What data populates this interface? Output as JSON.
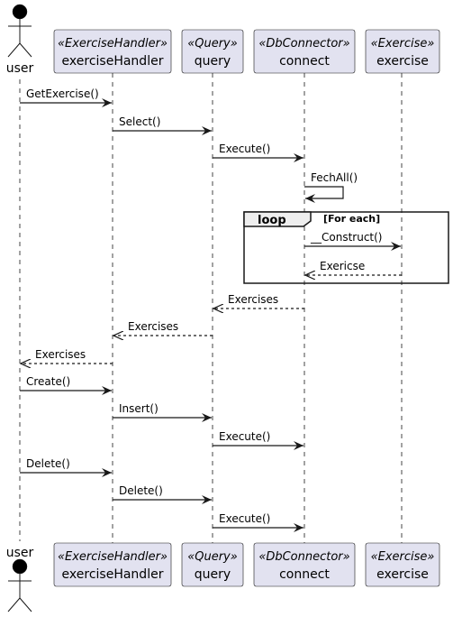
{
  "colors": {
    "participant_fill": "#E2E2F0",
    "participant_border": "#181818",
    "lifeline": "#181818",
    "arrow": "#181818",
    "loop_header_fill": "#EEEEEE",
    "background": "#FFFFFF"
  },
  "actor": {
    "label": "user",
    "icon": "stick-figure-icon"
  },
  "participants": [
    {
      "id": "exerciseHandler",
      "stereotype": "«ExerciseHandler»",
      "name": "exerciseHandler"
    },
    {
      "id": "query",
      "stereotype": "«Query»",
      "name": "query"
    },
    {
      "id": "connect",
      "stereotype": "«DbConnector»",
      "name": "connect"
    },
    {
      "id": "exercise",
      "stereotype": "«Exercise»",
      "name": "exercise"
    }
  ],
  "messages": [
    {
      "from": "user",
      "to": "exerciseHandler",
      "label": "GetExercise()",
      "kind": "call"
    },
    {
      "from": "exerciseHandler",
      "to": "query",
      "label": "Select()",
      "kind": "call"
    },
    {
      "from": "query",
      "to": "connect",
      "label": "Execute()",
      "kind": "call"
    },
    {
      "from": "connect",
      "to": "connect",
      "label": "FechAll()",
      "kind": "self"
    },
    {
      "from": "connect",
      "to": "exercise",
      "label": "__Construct()",
      "kind": "call"
    },
    {
      "from": "exercise",
      "to": "connect",
      "label": "Exericse",
      "kind": "return"
    },
    {
      "from": "connect",
      "to": "query",
      "label": "Exercises",
      "kind": "return"
    },
    {
      "from": "query",
      "to": "exerciseHandler",
      "label": "Exercises",
      "kind": "return"
    },
    {
      "from": "exerciseHandler",
      "to": "user",
      "label": "Exercises",
      "kind": "return"
    },
    {
      "from": "user",
      "to": "exerciseHandler",
      "label": "Create()",
      "kind": "call"
    },
    {
      "from": "exerciseHandler",
      "to": "query",
      "label": "Insert()",
      "kind": "call"
    },
    {
      "from": "query",
      "to": "connect",
      "label": "Execute()",
      "kind": "call"
    },
    {
      "from": "user",
      "to": "exerciseHandler",
      "label": "Delete()",
      "kind": "call"
    },
    {
      "from": "exerciseHandler",
      "to": "query",
      "label": "Delete()",
      "kind": "call"
    },
    {
      "from": "query",
      "to": "connect",
      "label": "Execute()",
      "kind": "call"
    }
  ],
  "loop_fragment": {
    "keyword": "loop",
    "condition": "[For each]"
  }
}
